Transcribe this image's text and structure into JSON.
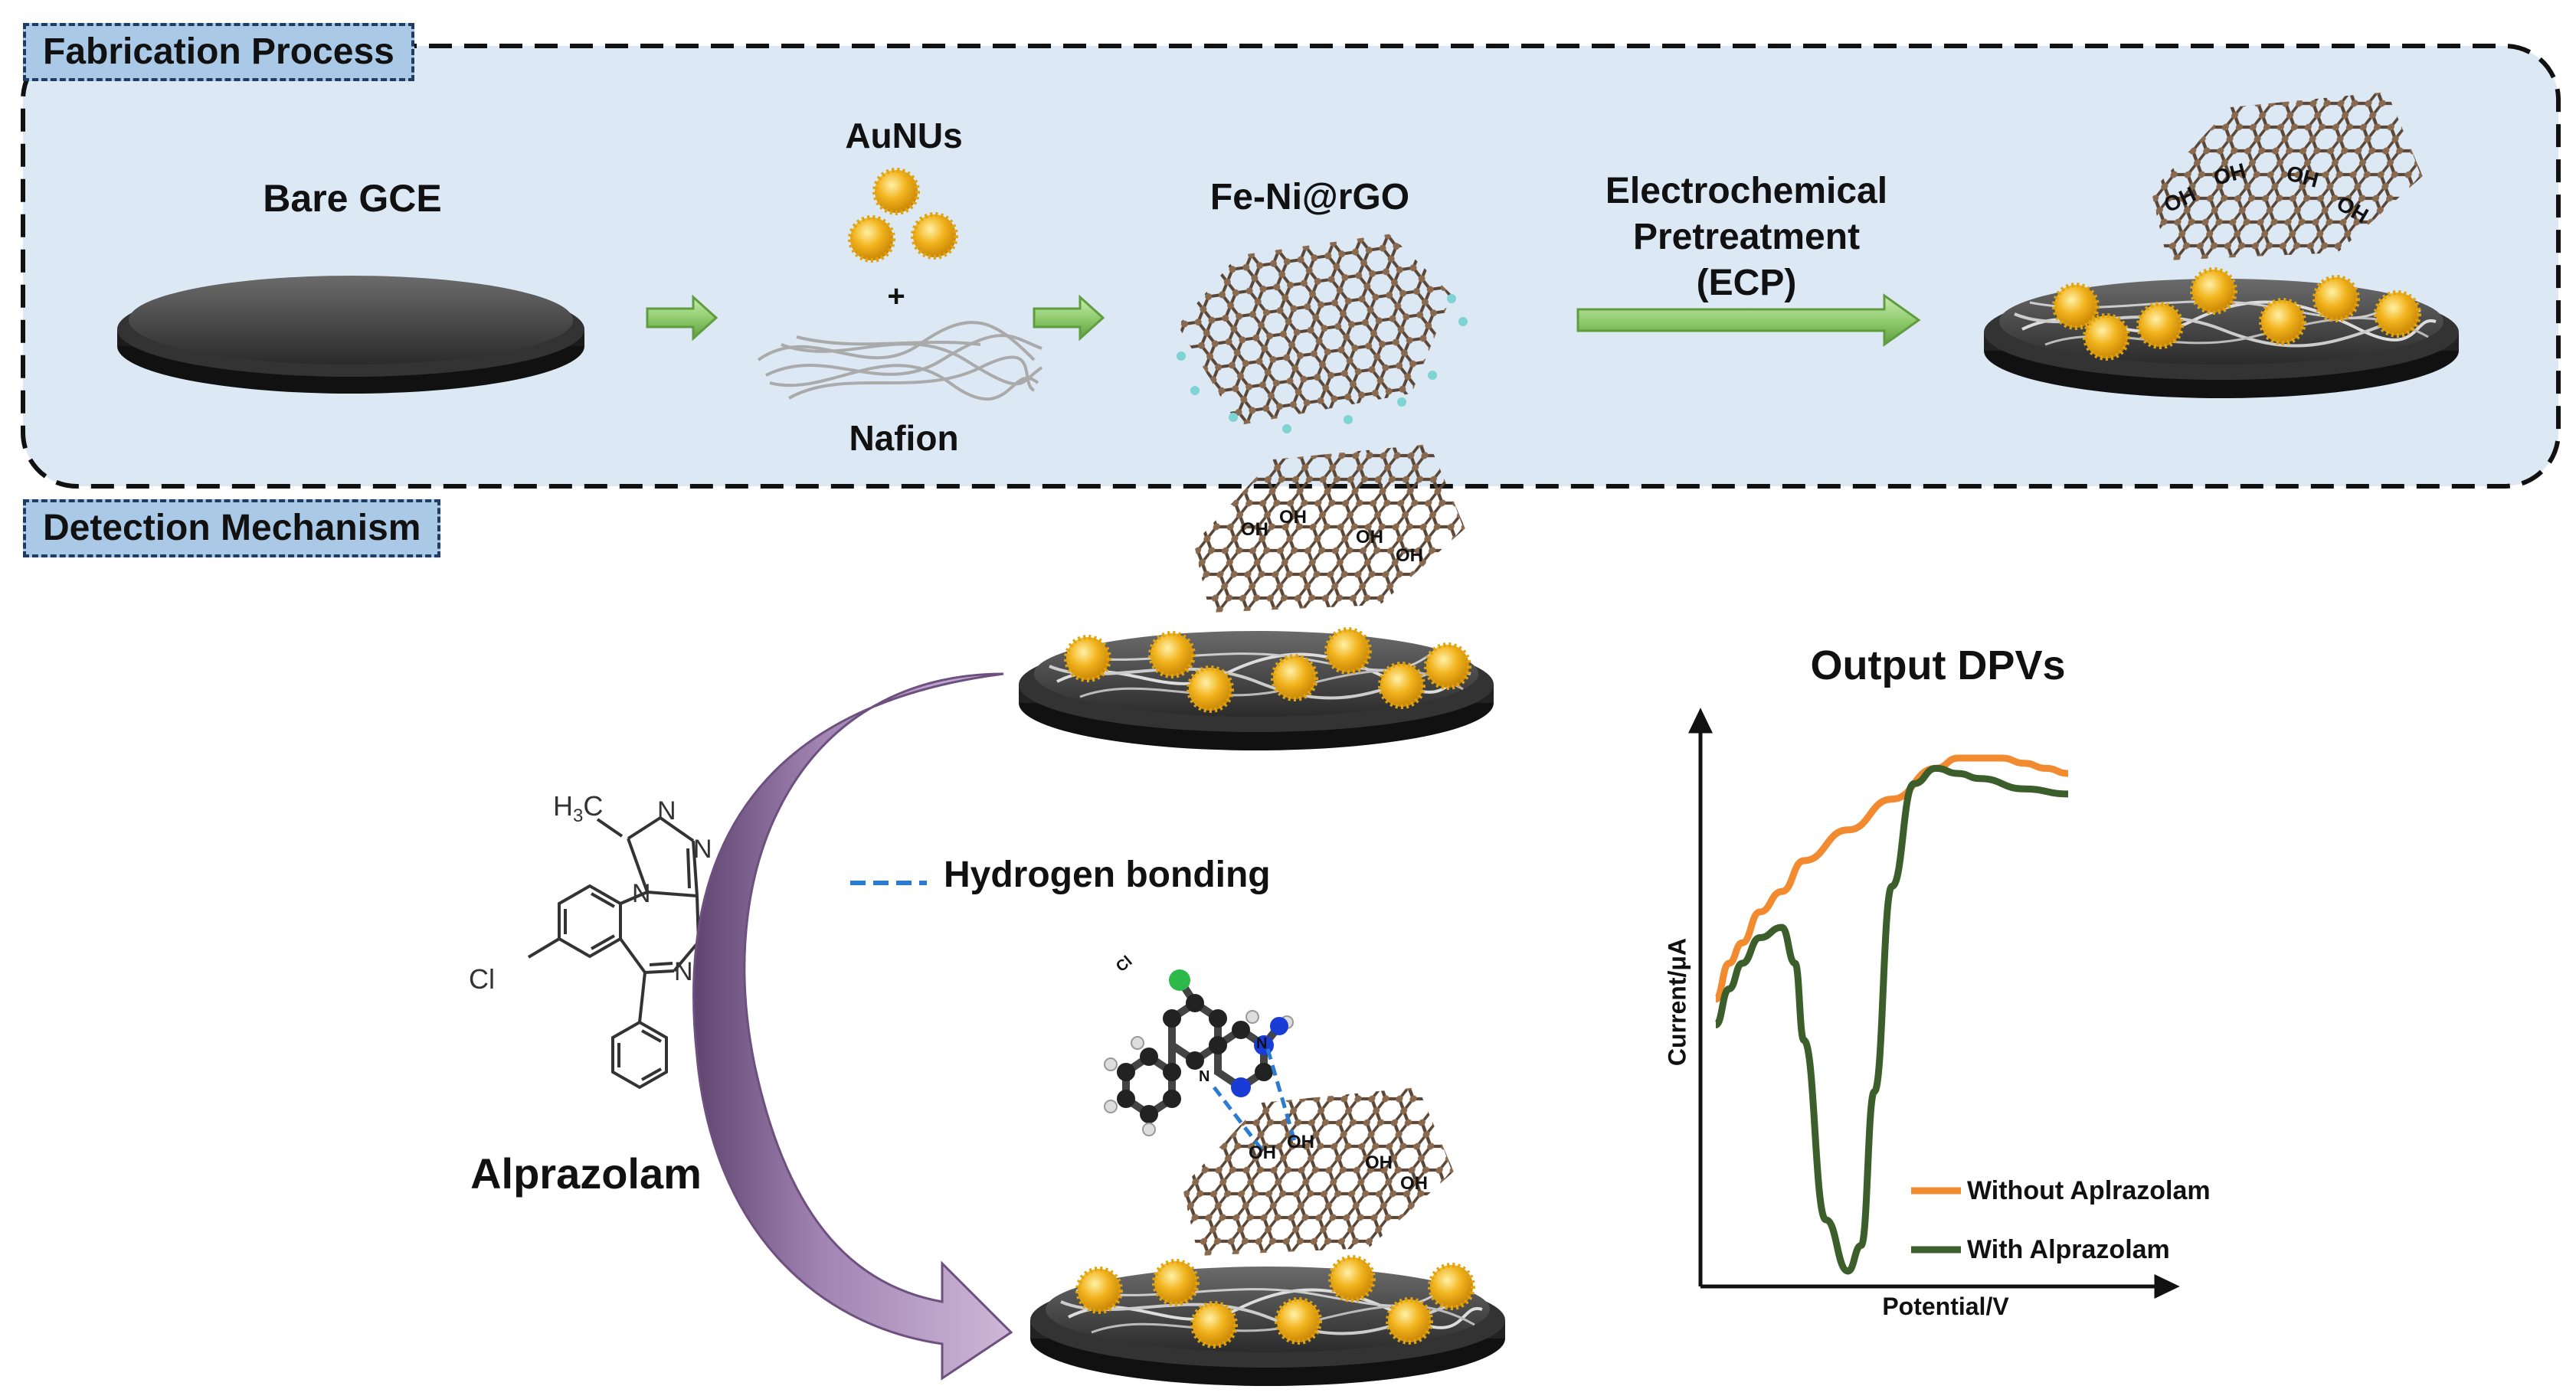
{
  "sections": {
    "fabrication_title": "Fabrication Process",
    "detection_title": "Detection Mechanism"
  },
  "fabrication": {
    "bare_gce": "Bare GCE",
    "aunus": "AuNUs",
    "plus": "+",
    "nafion": "Nafion",
    "fe_ni_rgo": "Fe-Ni@rGO",
    "ecp_line1": "Electrochemical",
    "ecp_line2": "Pretreatment",
    "ecp_line3": "(ECP)",
    "oh": "OH"
  },
  "detection": {
    "alprazolam": "Alprazolam",
    "hydrogen_bonding": "Hydrogen bonding",
    "struct_h3c": "H",
    "struct_h3c_sub": "3",
    "struct_c": "C",
    "struct_n": "N",
    "struct_cl": "Cl",
    "atom_n": "N",
    "atom_cl": "Cl"
  },
  "chart": {
    "title": "Output DPVs",
    "xlabel": "Potential/V",
    "ylabel": "Current/μA"
  },
  "chart_data": {
    "type": "line",
    "title": "Output DPVs",
    "xlabel": "Potential/V",
    "ylabel": "Current/μA",
    "grid": false,
    "legend_position": "bottom-right",
    "xlim": [
      0,
      1
    ],
    "ylim": [
      0,
      1
    ],
    "series": [
      {
        "name": "Without Aplrazolam",
        "color": "#f28a30",
        "x": [
          0,
          0.03,
          0.06,
          0.1,
          0.15,
          0.2,
          0.3,
          0.4,
          0.5,
          0.55,
          0.6,
          0.65,
          0.7,
          0.75,
          0.8
        ],
        "y": [
          0.53,
          0.6,
          0.64,
          0.7,
          0.74,
          0.8,
          0.86,
          0.92,
          0.98,
          1.0,
          1.0,
          1.0,
          0.99,
          0.98,
          0.97
        ]
      },
      {
        "name": "With Alprazolam",
        "color": "#3b5e2b",
        "x": [
          0,
          0.03,
          0.06,
          0.1,
          0.15,
          0.18,
          0.2,
          0.25,
          0.3,
          0.33,
          0.36,
          0.4,
          0.45,
          0.5,
          0.55,
          0.6,
          0.7,
          0.8
        ],
        "y": [
          0.48,
          0.55,
          0.6,
          0.65,
          0.67,
          0.6,
          0.45,
          0.1,
          0.0,
          0.05,
          0.35,
          0.75,
          0.95,
          0.98,
          0.97,
          0.96,
          0.94,
          0.93
        ]
      }
    ]
  },
  "colors": {
    "panel_fill": "#dce8f4",
    "tag_fill": "#a9c9e6",
    "arrow_green": "#8cc96a",
    "curved_arrow": "#8c6a99",
    "au_gold": "#f2b41e",
    "bond_blue": "#2c7bd3"
  }
}
